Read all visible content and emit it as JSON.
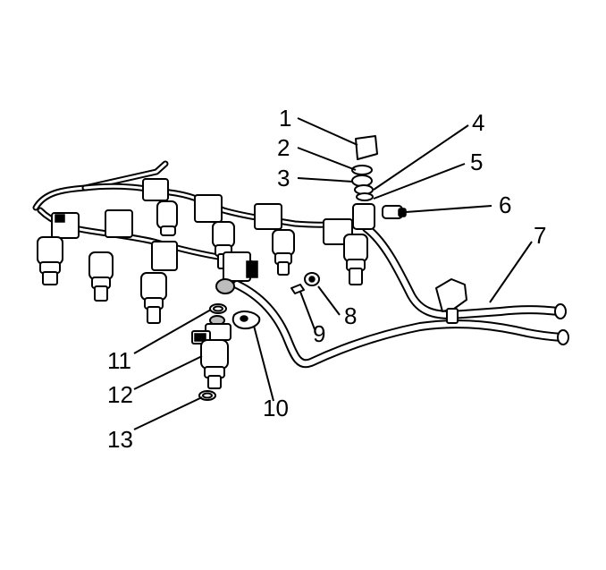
{
  "callouts": [
    {
      "id": "1",
      "label": "1"
    },
    {
      "id": "2",
      "label": "2"
    },
    {
      "id": "3",
      "label": "3"
    },
    {
      "id": "4",
      "label": "4"
    },
    {
      "id": "5",
      "label": "5"
    },
    {
      "id": "6",
      "label": "6"
    },
    {
      "id": "7",
      "label": "7"
    },
    {
      "id": "8",
      "label": "8"
    },
    {
      "id": "9",
      "label": "9"
    },
    {
      "id": "10",
      "label": "10"
    },
    {
      "id": "11",
      "label": "11"
    },
    {
      "id": "12",
      "label": "12"
    },
    {
      "id": "13",
      "label": "13"
    }
  ],
  "colors": {
    "line": "#000000",
    "background": "#ffffff",
    "shade": "#bdbdbd"
  }
}
